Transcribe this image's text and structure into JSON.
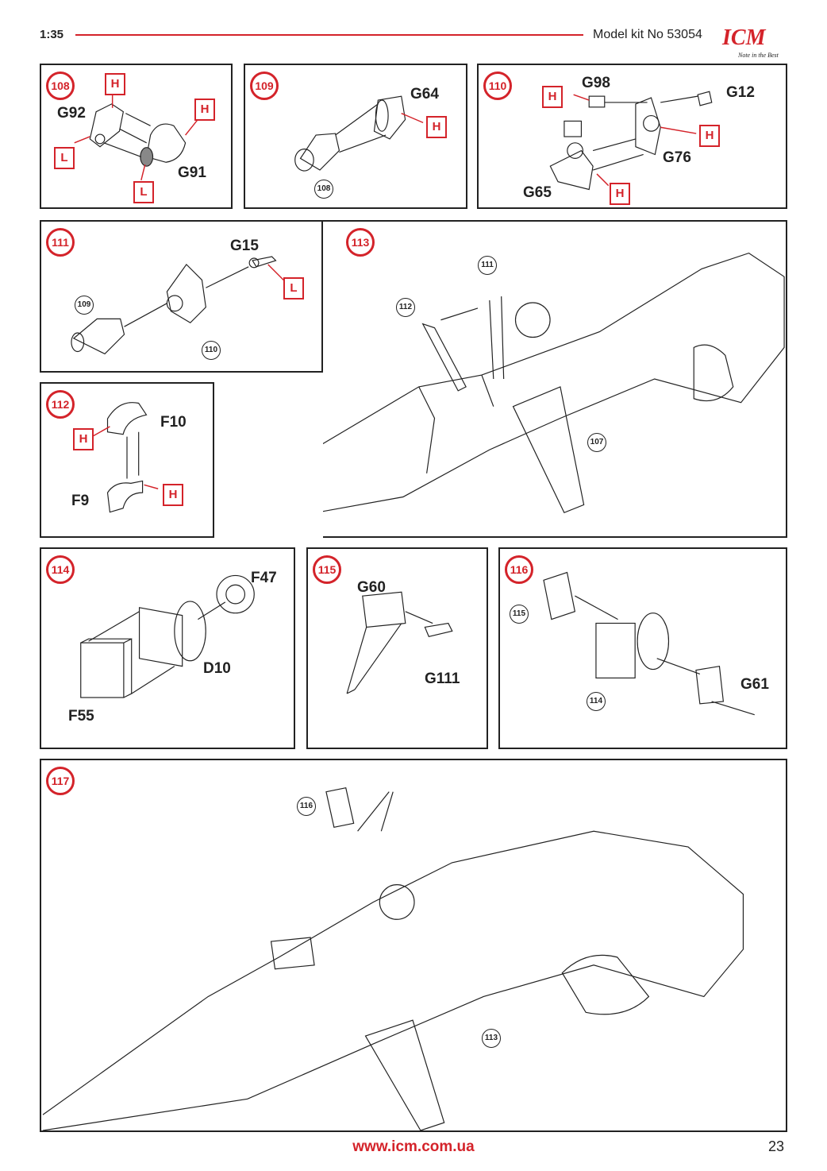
{
  "header": {
    "scale": "1:35",
    "kit": "Model kit No 53054"
  },
  "logo": {
    "text": "ICM",
    "slogan": "Note in the Best"
  },
  "steps": {
    "s108": {
      "num": "108",
      "labels": [
        "G92",
        "G91"
      ],
      "tags": [
        "H",
        "H",
        "L",
        "L"
      ]
    },
    "s109": {
      "num": "109",
      "labels": [
        "G64"
      ],
      "tags": [
        "H"
      ],
      "refs": [
        "108"
      ]
    },
    "s110": {
      "num": "110",
      "labels": [
        "G98",
        "G12",
        "G76",
        "G65"
      ],
      "tags": [
        "H",
        "H",
        "H"
      ]
    },
    "s111": {
      "num": "111",
      "labels": [
        "G15"
      ],
      "tags": [
        "L"
      ],
      "refs": [
        "109",
        "110"
      ]
    },
    "s112": {
      "num": "112",
      "labels": [
        "F10",
        "F9"
      ],
      "tags": [
        "H",
        "H"
      ]
    },
    "s113": {
      "num": "113",
      "refs": [
        "111",
        "112",
        "107"
      ]
    },
    "s114": {
      "num": "114",
      "labels": [
        "F47",
        "D10",
        "F55"
      ]
    },
    "s115": {
      "num": "115",
      "labels": [
        "G60",
        "G111"
      ]
    },
    "s116": {
      "num": "116",
      "labels": [
        "G61"
      ],
      "refs": [
        "115",
        "114"
      ]
    },
    "s117": {
      "num": "117",
      "refs": [
        "116",
        "113"
      ]
    }
  },
  "footer": {
    "url": "www.icm.com.ua",
    "page": "23"
  },
  "colors": {
    "accent": "#d4232a",
    "ink": "#222222"
  }
}
